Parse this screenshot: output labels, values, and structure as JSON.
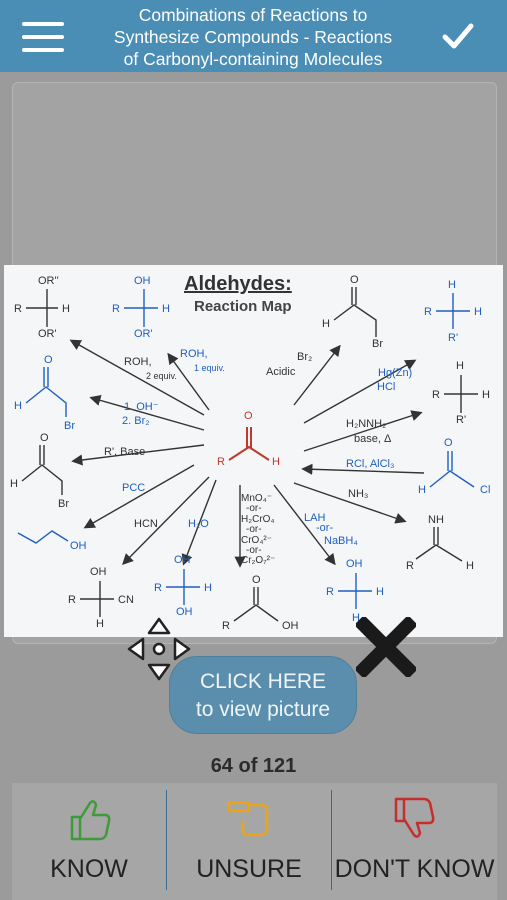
{
  "header": {
    "title_lines": [
      "Combinations of Reactions to",
      "Synthesize Compounds - Reactions",
      "of Carbonyl-containing Molecules"
    ]
  },
  "reaction_map": {
    "title": "Aldehydes:",
    "subtitle": "Reaction Map",
    "center": {
      "o": "O",
      "r": "R",
      "h": "H"
    },
    "labels": {
      "roh2": "ROH,",
      "roh2_b": "2 equiv.",
      "roh1": "ROH,",
      "roh1_b": "1 equiv.",
      "br2": "Br₂",
      "br2_b": "Acidic",
      "hgzn": "Hg(Zn)",
      "hgzn_b": "HCl",
      "oh_br": "1. OH⁻",
      "oh_br_b": "2. Br₂",
      "h2nnh2": "H₂NNH₂",
      "h2nnh2_b": "base, Δ",
      "rbase": "R', Base",
      "rcl": "RCl, AlCl₃",
      "pcc": "PCC",
      "nh3": "NH₃",
      "hcn": "HCN",
      "h2o": "H₂O",
      "ox1": "MnO₄⁻",
      "ox2": "-or-",
      "ox3": "H₂CrO₄",
      "ox4": "-or-",
      "ox5": "CrO₄²⁻",
      "ox6": "-or-",
      "ox7": "Cr₂O₇²⁻",
      "lah": "LAH",
      "lah_b": "-or-",
      "lah_c": "NaBH₄"
    },
    "atoms": {
      "acetal": {
        "top": "OR''",
        "left": "R",
        "right": "H",
        "bottom": "OR'"
      },
      "hemiacetal": {
        "top": "OH",
        "left": "R",
        "right": "H",
        "bottom": "OR'"
      },
      "brald": {
        "o": "O",
        "h": "H",
        "br": "Br"
      },
      "alkane": {
        "top": "H",
        "left": "R",
        "right": "H",
        "bottom": "R'"
      },
      "bromo_top": {
        "o": "O",
        "h": "H",
        "br": "Br"
      },
      "alkane2": {
        "top": "H",
        "left": "R",
        "right": "H",
        "bottom": "R'"
      },
      "bromo_left": {
        "o": "O",
        "h": "H",
        "br": "Br"
      },
      "acylchloride": {
        "o": "O",
        "h": "H",
        "cl": "Cl"
      },
      "alcohol_chain": {
        "oh": "OH"
      },
      "imine": {
        "nh": "NH",
        "r": "R",
        "h": "H"
      },
      "cyanohydrin": {
        "top": "OH",
        "left": "R",
        "right": "CN",
        "bottom": "H"
      },
      "hydrate": {
        "top": "OH",
        "right": "H",
        "left": "R",
        "bottom": "OH"
      },
      "acid": {
        "o": "O",
        "r": "R",
        "oh": "OH"
      },
      "primaryalc": {
        "top": "OH",
        "left": "R",
        "right": "H",
        "bottom": "H"
      }
    }
  },
  "cta": {
    "line1": "CLICK HERE",
    "line2": "to view picture"
  },
  "counter": "64 of 121",
  "options": [
    {
      "label": "KNOW",
      "color": "#3f9a3a"
    },
    {
      "label": "UNSURE",
      "color": "#e7a51b"
    },
    {
      "label": "DON'T KNOW",
      "color": "#c62d2d"
    }
  ]
}
